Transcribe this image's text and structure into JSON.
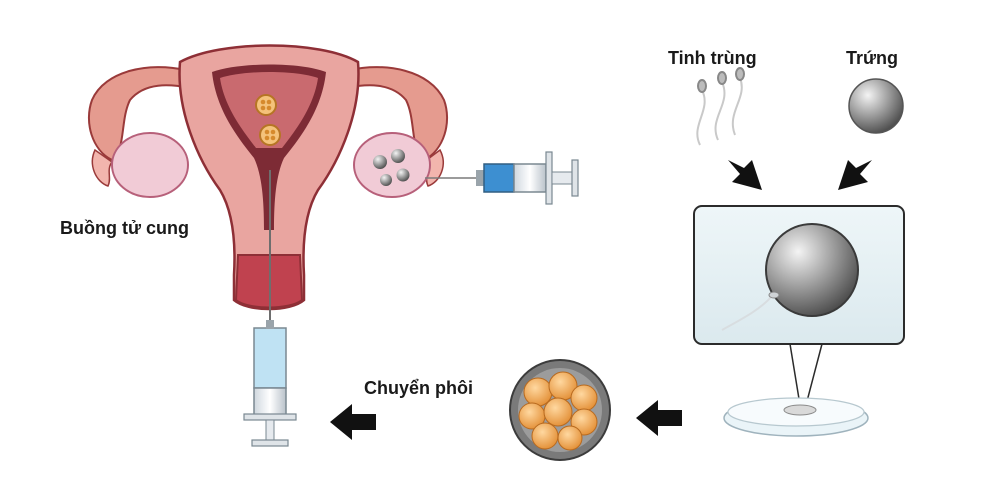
{
  "labels": {
    "uterus": "Buồng tử cung",
    "sperm": "Tinh trùng",
    "egg": "Trứng",
    "transfer": "Chuyển phôi"
  },
  "colors": {
    "tissue_pink": "#e9a5a0",
    "tissue_dark": "#b9414b",
    "uterus_cavity": "#7d2b35",
    "ovary": "#f0c9d5",
    "syringe_blue": "#3d8fd1",
    "dish_panel": "#e9f3f6",
    "embryo_orange": "#f0a955",
    "egg_gray": "#9e9e9e",
    "arrow": "#111111"
  },
  "icons": [
    "uterus-illustration",
    "syringe-icon",
    "sperm-icon",
    "egg-icon",
    "petri-dish-icon",
    "embryo-icon",
    "arrow-icon"
  ]
}
